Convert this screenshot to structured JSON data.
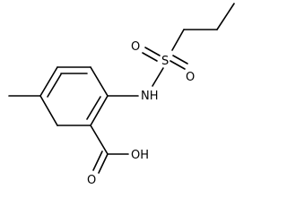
{
  "molecule": {
    "labels": {
      "sulfur": "S",
      "oxygen_left": "O",
      "oxygen_right": "O",
      "amine": "NH",
      "carbonyl_oxygen": "O",
      "hydroxyl": "OH"
    },
    "colors": {
      "bond": "#000000",
      "text": "#000000",
      "background": "#ffffff"
    }
  }
}
